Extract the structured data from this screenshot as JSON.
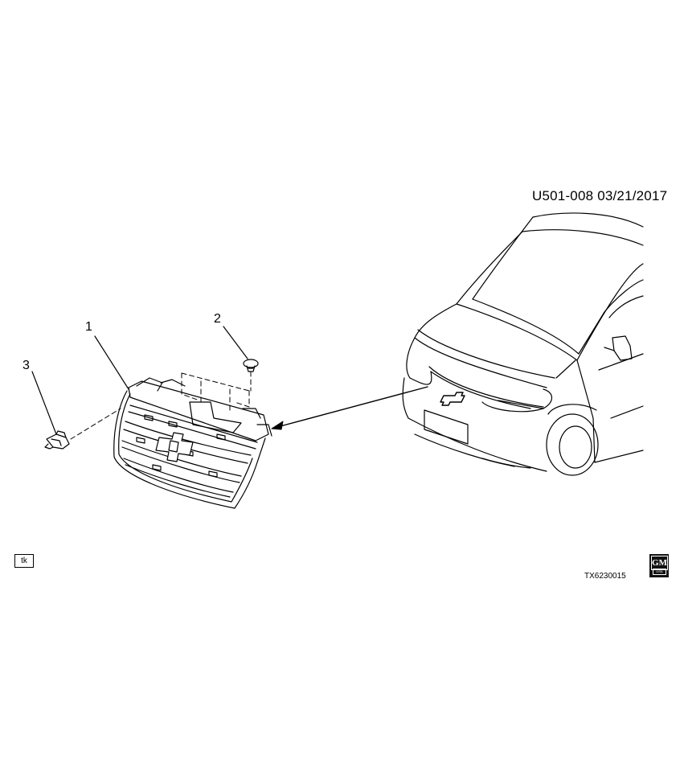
{
  "header": {
    "code_date": "U501-008  03/21/2017"
  },
  "callouts": [
    "1",
    "2",
    "3"
  ],
  "footer": {
    "tk_label": "tk",
    "illustration_id": "TX6230015",
    "logo_text": "GM",
    "logo_subtext": "USA"
  },
  "icons": {
    "logo": "gm-logo-icon"
  }
}
